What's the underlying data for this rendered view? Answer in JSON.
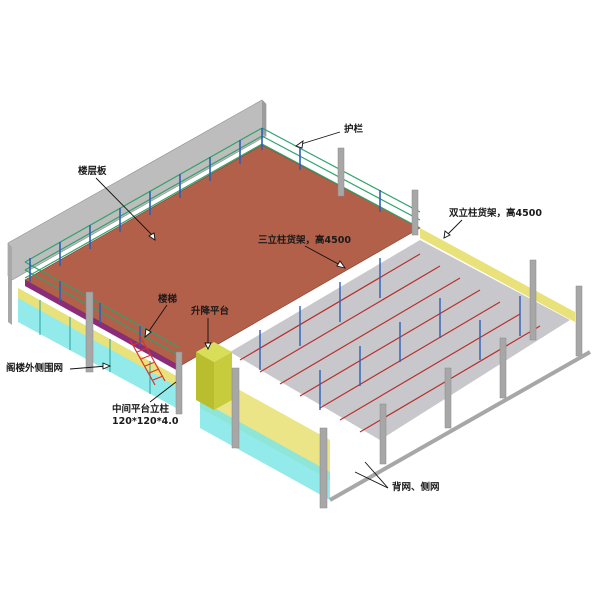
{
  "diagram": {
    "type": "isometric-3d",
    "subject": "steel platform mezzanine with storage racks",
    "colors": {
      "floor_deck": "#B2604A",
      "wall": "#B9B9B9",
      "guardrail_rail": "#2FA36A",
      "guardrail_post": "#2F5FB5",
      "rack_upright": "#2F5FB5",
      "rack_beam": "#B8302E",
      "rack_shelf": "#C8C8CC",
      "side_mesh_yellow": "#E9E27A",
      "side_mesh_cyan": "#7FE6E6",
      "lift_platform": "#C7CC3C",
      "stair": "#D8342C",
      "column": "#A7A7A7"
    }
  },
  "labels": {
    "guardrail": "护栏",
    "floor_deck": "楼层板",
    "double_upright_rack": "双立柱货架，高4500",
    "triple_upright_rack": "三立柱货架，高4500",
    "stairs": "楼梯",
    "lift_platform": "升降平台",
    "mezzanine_outer_mesh": "阁楼外侧围网",
    "middle_column_line1": "中间平台立柱",
    "middle_column_line2": "120*120*4.0",
    "back_side_mesh": "背网、侧网"
  }
}
